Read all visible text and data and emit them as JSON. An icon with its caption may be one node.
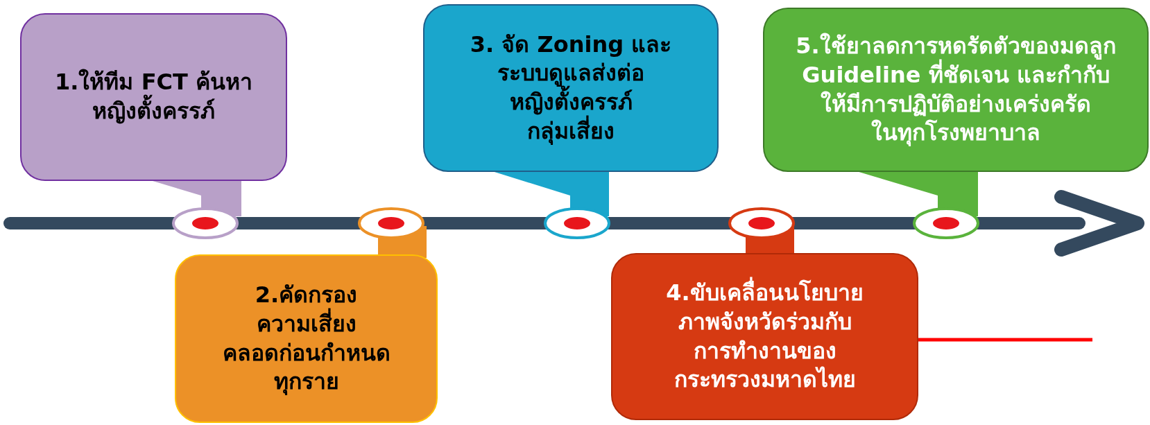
{
  "diagram": {
    "nodes": [
      {
        "text": [
          "1.ให้ทีม FCT ค้นหา หญิงตั้งครรภ์"
        ]
      },
      {
        "text": [
          "2.คัดกรอง ความเสี่ยง คลอดก่อนกำหนด ทุกราย"
        ]
      },
      {
        "text": [
          "3. จัด Zoning และ ระบบดูแลส่งต่อ หญิงตั้งครรภ์ กลุ่มเสี่ยง"
        ]
      },
      {
        "text": [
          "4.ขับเคลื่อนนโยบาย ภาพจังหวัดร่วมกับ การทำงานของ กระทรวงมหาดไทย"
        ]
      },
      {
        "text": [
          "5.ใช้ยาลดการหดรัดตัวของมดลูก Guideline ที่ชัดเจน และกำกับ ให้มีการปฏิบัติอย่างเคร่งครัด ในทุกโรงพยาบาล"
        ]
      }
    ],
    "edges": [
      {
        "from": null,
        "to": 3,
        "arrow": "none",
        "color": "#ff0000"
      }
    ]
  }
}
